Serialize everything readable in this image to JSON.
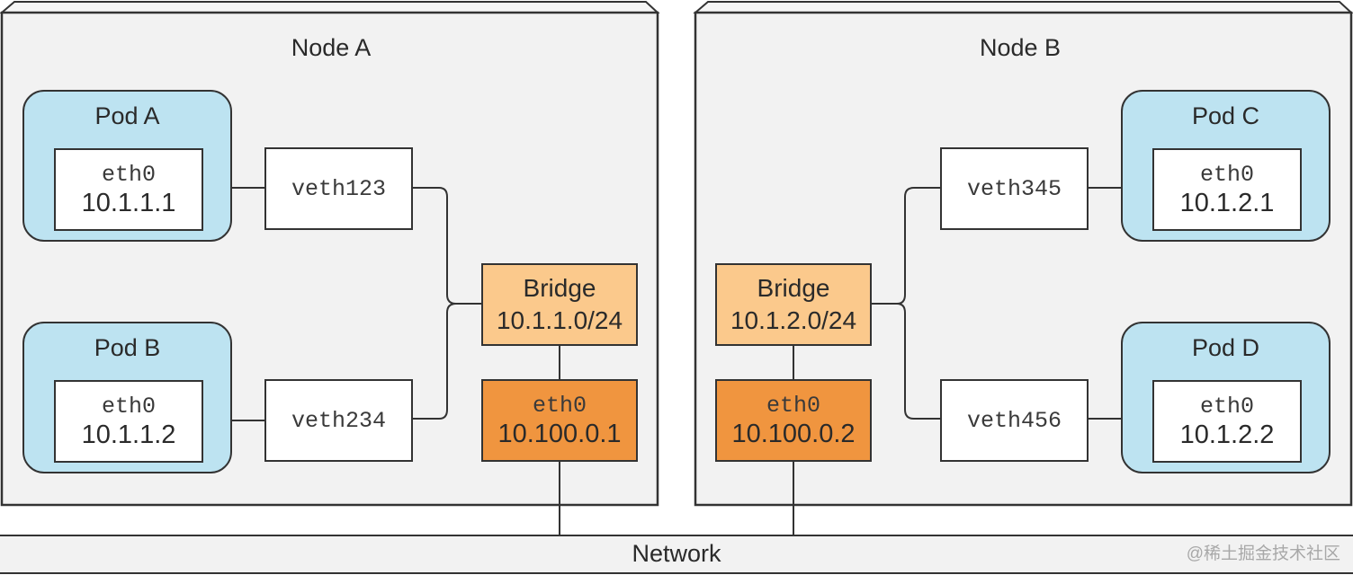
{
  "nodes": [
    {
      "title": "Node A",
      "pods": [
        {
          "title": "Pod A",
          "iface": "eth0",
          "ip": "10.1.1.1",
          "veth": "veth123"
        },
        {
          "title": "Pod B",
          "iface": "eth0",
          "ip": "10.1.1.2",
          "veth": "veth234"
        }
      ],
      "bridge": {
        "label": "Bridge",
        "cidr": "10.1.1.0/24"
      },
      "host_iface": {
        "name": "eth0",
        "ip": "10.100.0.1"
      }
    },
    {
      "title": "Node B",
      "pods": [
        {
          "title": "Pod C",
          "iface": "eth0",
          "ip": "10.1.2.1",
          "veth": "veth345"
        },
        {
          "title": "Pod D",
          "iface": "eth0",
          "ip": "10.1.2.2",
          "veth": "veth456"
        }
      ],
      "bridge": {
        "label": "Bridge",
        "cidr": "10.1.2.0/24"
      },
      "host_iface": {
        "name": "eth0",
        "ip": "10.100.0.2"
      }
    }
  ],
  "network": {
    "label": "Network"
  },
  "watermark": "@稀土掘金技术社区",
  "colors": {
    "node_bg": "#f2f2f2",
    "pod_bg": "#bde3f1",
    "bridge_bg": "#fbc98c",
    "host_iface_bg": "#f0953f",
    "line": "#333333"
  }
}
